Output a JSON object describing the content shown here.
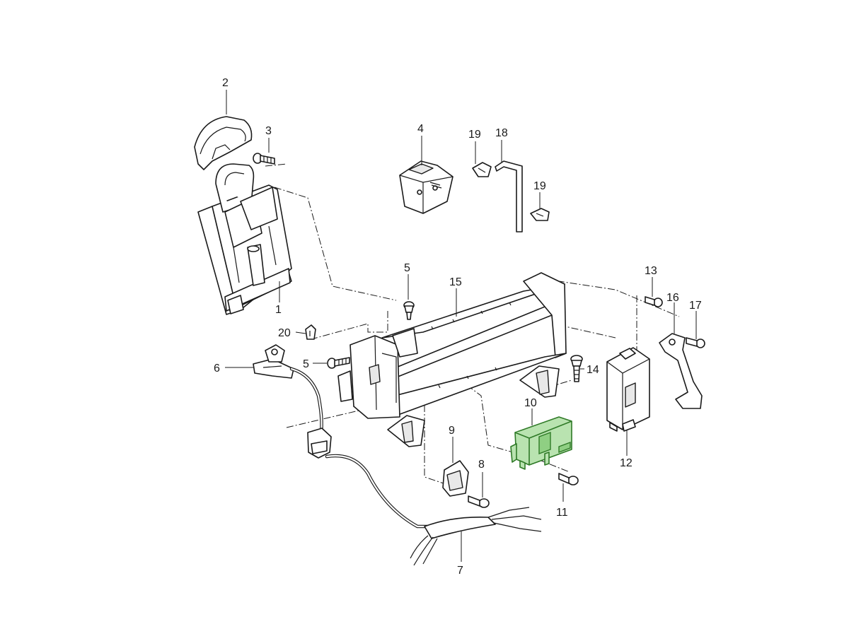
{
  "labels": {
    "p1": "1",
    "p2": "2",
    "p3": "3",
    "p4": "4",
    "p5a": "5",
    "p5b": "5",
    "p6": "6",
    "p7": "7",
    "p8": "8",
    "p9": "9",
    "p10": "10",
    "p11": "11",
    "p12": "12",
    "p13": "13",
    "p14": "14",
    "p15": "15",
    "p16": "16",
    "p17": "17",
    "p18": "18",
    "p19a": "19",
    "p19b": "19",
    "p20": "20"
  },
  "colors": {
    "highlight_fill": "#b9e3b0",
    "highlight_stroke": "#2f7a27",
    "line": "#1a1a1a",
    "background": "#ffffff"
  },
  "highlighted_part": "10"
}
